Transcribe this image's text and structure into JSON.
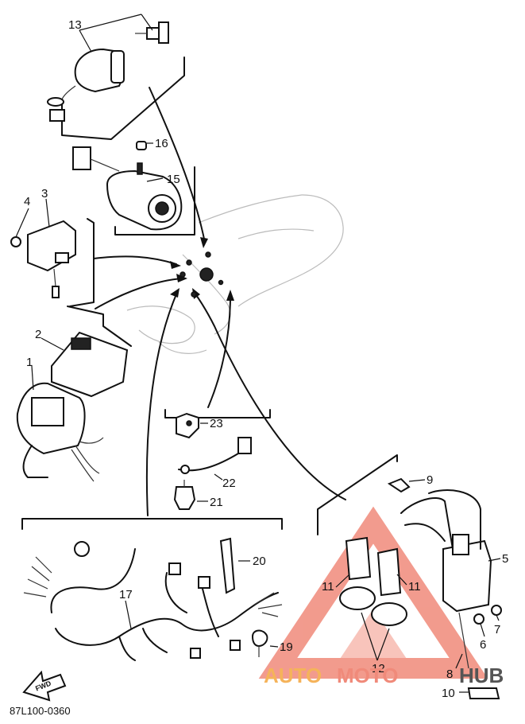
{
  "diagram": {
    "part_labels": [
      {
        "id": "p1",
        "text": "1"
      },
      {
        "id": "p2",
        "text": "2"
      },
      {
        "id": "p3",
        "text": "3"
      },
      {
        "id": "p4",
        "text": "4"
      },
      {
        "id": "p5",
        "text": "5"
      },
      {
        "id": "p6",
        "text": "6"
      },
      {
        "id": "p7",
        "text": "7"
      },
      {
        "id": "p8",
        "text": "8"
      },
      {
        "id": "p9",
        "text": "9"
      },
      {
        "id": "p10",
        "text": "10"
      },
      {
        "id": "p11a",
        "text": "11"
      },
      {
        "id": "p11b",
        "text": "11"
      },
      {
        "id": "p12",
        "text": "12"
      },
      {
        "id": "p13",
        "text": "13"
      },
      {
        "id": "p15",
        "text": "15"
      },
      {
        "id": "p16",
        "text": "16"
      },
      {
        "id": "p17",
        "text": "17"
      },
      {
        "id": "p19",
        "text": "19"
      },
      {
        "id": "p20",
        "text": "20"
      },
      {
        "id": "p21",
        "text": "21"
      },
      {
        "id": "p22",
        "text": "22"
      },
      {
        "id": "p23",
        "text": "23"
      }
    ],
    "fwd_label": "FWD",
    "drawing_code": "87L100-0360"
  },
  "watermark": {
    "part1": "AUTO",
    "part2": "MOTO",
    "part3": "HUB",
    "color_accent": "#f08a7a",
    "color_orange": "#f5b35a",
    "color_gray": "#555555"
  }
}
